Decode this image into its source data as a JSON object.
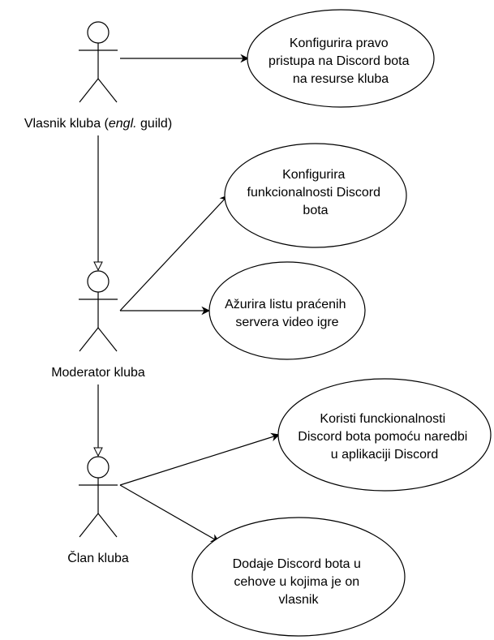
{
  "actors": {
    "owner": {
      "name_pre": "Vlasnik kluba (",
      "name_em": "engl.",
      "name_post": " guild)"
    },
    "moderator": {
      "name": "Moderator kluba"
    },
    "member": {
      "name": "Član kluba"
    }
  },
  "use_cases": {
    "uc1": [
      "Konfigurira pravo",
      "pristupa na Discord bota",
      "na resurse kluba"
    ],
    "uc2": [
      "Konfigurira",
      "funkcionalnosti Discord",
      "bota"
    ],
    "uc3": [
      "Ažurira listu praćenih",
      "servera video igre"
    ],
    "uc4": [
      "Koristi funckionalnosti",
      "Discord bota pomoću naredbi",
      "u aplikaciji Discord"
    ],
    "uc5": [
      "Dodaje Discord bota u",
      "cehove u kojima je on",
      "vlasnik"
    ]
  }
}
